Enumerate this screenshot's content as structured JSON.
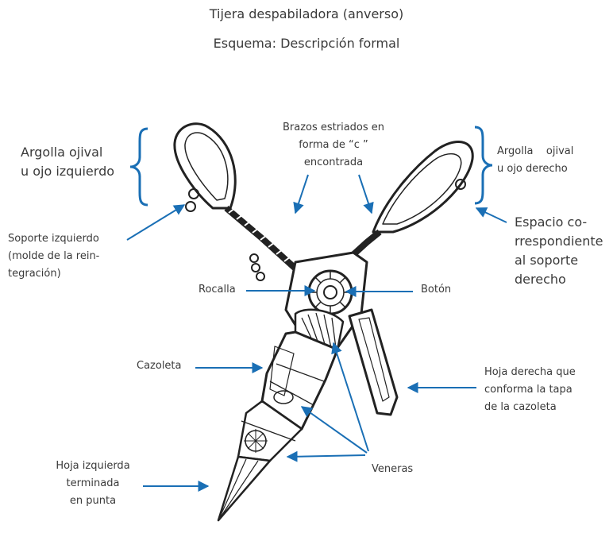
{
  "title": "Tijera despabiladora (anverso)",
  "subtitle": "Esquema: Descripción formal",
  "labels": {
    "argolla_izq": [
      "Argolla ojival",
      "u ojo izquierdo"
    ],
    "brazos": [
      "Brazos estriados en",
      "forma de “c ”",
      "encontrada"
    ],
    "argolla_der": [
      "Argolla    ojival",
      "u ojo derecho"
    ],
    "soporte_izq": [
      "Soporte izquierdo",
      "(molde de la rein-",
      "tegración)"
    ],
    "espacio": [
      "Espacio co-",
      "rrespondiente",
      "al soporte",
      "derecho"
    ],
    "rocalla": "Rocalla",
    "boton": "Botón",
    "cazoleta": "Cazoleta",
    "hoja_der": [
      "Hoja derecha que",
      "conforma la tapa",
      "de la cazoleta"
    ],
    "veneras": "Veneras",
    "hoja_izq": [
      "Hoja izquierda",
      "terminada",
      "en punta"
    ]
  },
  "colors": {
    "arrow": "#1a6fb5",
    "ink": "#222222",
    "text": "#3a3a3a"
  }
}
